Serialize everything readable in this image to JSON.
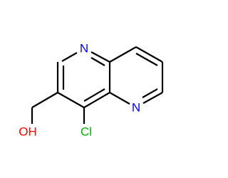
{
  "molecule": {
    "atoms": {
      "n1": {
        "text": "N",
        "color": "#0000ff"
      },
      "n5": {
        "text": "N",
        "color": "#0000ff"
      },
      "cl": {
        "text": "Cl",
        "color": "#00aa00"
      },
      "oh": {
        "text": "OH",
        "color": "#ff0000"
      }
    },
    "bond_color": "#000000"
  }
}
